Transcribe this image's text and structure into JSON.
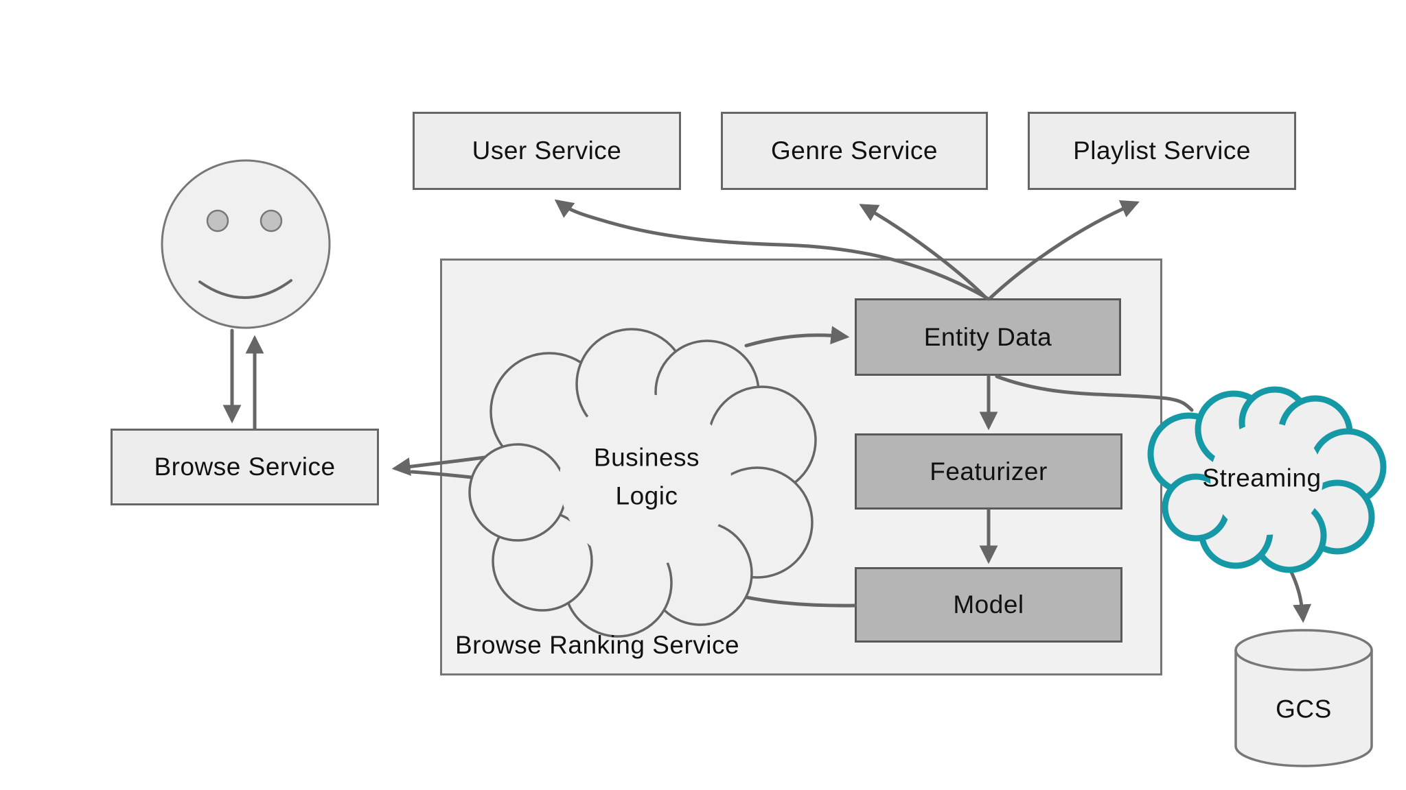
{
  "diagram": {
    "nodes": {
      "user_service": {
        "label": "User Service"
      },
      "genre_service": {
        "label": "Genre Service"
      },
      "playlist_service": {
        "label": "Playlist Service"
      },
      "browse_service": {
        "label": "Browse Service"
      },
      "browse_ranking_service": {
        "label": "Browse Ranking Service"
      },
      "business_logic": {
        "label_line1": "Business",
        "label_line2": "Logic"
      },
      "entity_data": {
        "label": "Entity Data"
      },
      "featurizer": {
        "label": "Featurizer"
      },
      "model": {
        "label": "Model"
      },
      "streaming": {
        "label": "Streaming"
      },
      "gcs": {
        "label": "GCS"
      }
    },
    "edges": [
      {
        "from": "entity_data",
        "to": "user_service",
        "arrow": true
      },
      {
        "from": "entity_data",
        "to": "genre_service",
        "arrow": true
      },
      {
        "from": "entity_data",
        "to": "playlist_service",
        "arrow": true
      },
      {
        "from": "user",
        "to": "browse_service",
        "arrow": true
      },
      {
        "from": "browse_service",
        "to": "user",
        "arrow": true
      },
      {
        "from": "business_logic",
        "to": "browse_service",
        "arrow": true
      },
      {
        "from": "business_logic",
        "to": "entity_data",
        "arrow": true
      },
      {
        "from": "entity_data",
        "to": "featurizer",
        "arrow": true
      },
      {
        "from": "featurizer",
        "to": "model",
        "arrow": true
      },
      {
        "from": "model",
        "to": "business_logic",
        "arrow": false
      },
      {
        "from": "entity_data",
        "to": "streaming",
        "arrow": false
      },
      {
        "from": "streaming",
        "to": "gcs",
        "arrow": true
      }
    ],
    "colors": {
      "background": "#ffffff",
      "service_box_fill": "#ededed",
      "inner_box_fill": "#b5b5b5",
      "container_fill": "#f1f1f1",
      "cloud_fill": "#f0f0f0",
      "line_stroke": "#666666",
      "streaming_accent": "#1699a7",
      "text": "#111111"
    }
  }
}
